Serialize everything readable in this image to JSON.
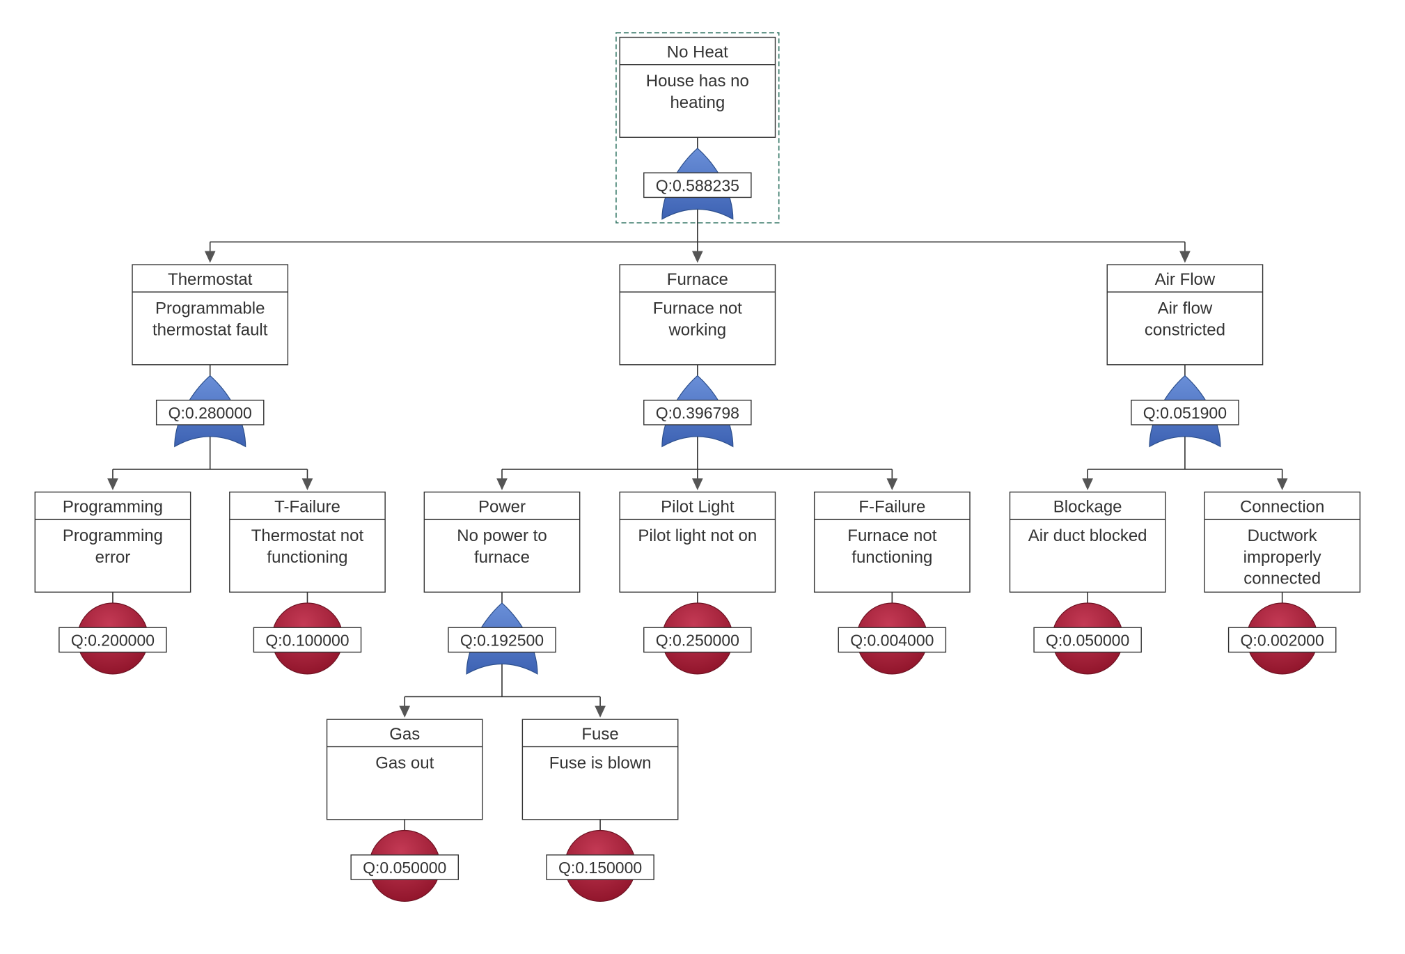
{
  "diagram": {
    "type": "fault-tree",
    "colors": {
      "or_gate_fill": "#4f74c4",
      "basic_event_fill": "#a51c35",
      "selection_outline": "#3a7a6a",
      "line": "#333333"
    },
    "nodes": [
      {
        "id": "no-heat",
        "name": "No Heat",
        "description": [
          "House has no",
          "heating"
        ],
        "gate": "or",
        "q": "Q:0.588235",
        "selected": true
      },
      {
        "id": "thermostat",
        "name": "Thermostat",
        "description": [
          "Programmable",
          "thermostat fault"
        ],
        "gate": "or",
        "q": "Q:0.280000",
        "parent": "no-heat"
      },
      {
        "id": "furnace",
        "name": "Furnace",
        "description": [
          "Furnace not",
          "working"
        ],
        "gate": "or",
        "q": "Q:0.396798",
        "parent": "no-heat"
      },
      {
        "id": "air-flow",
        "name": "Air Flow",
        "description": [
          "Air flow",
          "constricted"
        ],
        "gate": "or",
        "q": "Q:0.051900",
        "parent": "no-heat"
      },
      {
        "id": "programming",
        "name": "Programming",
        "description": [
          "Programming",
          "error"
        ],
        "gate": "basic",
        "q": "Q:0.200000",
        "parent": "thermostat"
      },
      {
        "id": "t-failure",
        "name": "T-Failure",
        "description": [
          "Thermostat not",
          "functioning"
        ],
        "gate": "basic",
        "q": "Q:0.100000",
        "parent": "thermostat"
      },
      {
        "id": "power",
        "name": "Power",
        "description": [
          "No power to",
          "furnace"
        ],
        "gate": "or",
        "q": "Q:0.192500",
        "parent": "furnace"
      },
      {
        "id": "pilot-light",
        "name": "Pilot Light",
        "description": [
          "Pilot light not on"
        ],
        "gate": "basic",
        "q": "Q:0.250000",
        "parent": "furnace"
      },
      {
        "id": "f-failure",
        "name": "F-Failure",
        "description": [
          "Furnace not",
          "functioning"
        ],
        "gate": "basic",
        "q": "Q:0.004000",
        "parent": "furnace"
      },
      {
        "id": "blockage",
        "name": "Blockage",
        "description": [
          "Air duct blocked"
        ],
        "gate": "basic",
        "q": "Q:0.050000",
        "parent": "air-flow"
      },
      {
        "id": "connection",
        "name": "Connection",
        "description": [
          "Ductwork",
          "improperly",
          "connected"
        ],
        "gate": "basic",
        "q": "Q:0.002000",
        "parent": "air-flow"
      },
      {
        "id": "gas",
        "name": "Gas",
        "description": [
          "Gas out"
        ],
        "gate": "basic",
        "q": "Q:0.050000",
        "parent": "power"
      },
      {
        "id": "fuse",
        "name": "Fuse",
        "description": [
          "Fuse is blown"
        ],
        "gate": "basic",
        "q": "Q:0.150000",
        "parent": "power"
      }
    ]
  }
}
